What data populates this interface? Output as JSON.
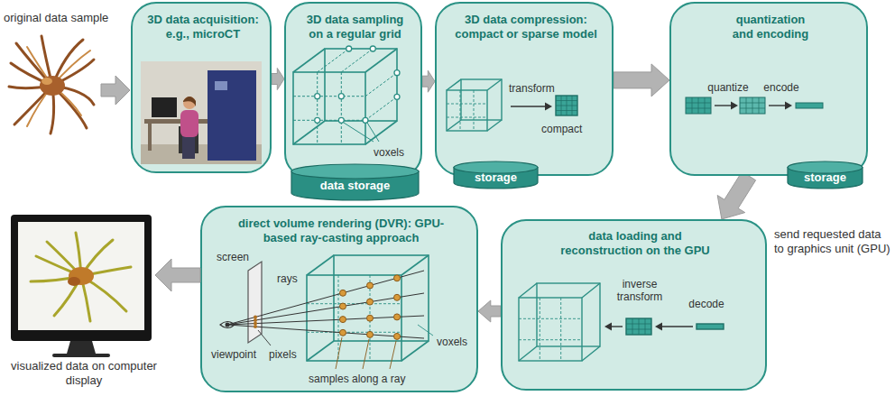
{
  "diagram": {
    "nodes": [
      {
        "text": [
          "3D data acquisition: e.g., microCT"
        ]
      },
      {
        "text": [
          "3D data sampling on a regular grid",
          "voxels"
        ]
      },
      {
        "text": [
          "data storage"
        ],
        "in": 1
      },
      {
        "text": [
          "3D data compression: compact or sparse model",
          "transform",
          "compact"
        ]
      },
      {
        "text": [
          "storage"
        ],
        "in": 3
      },
      {
        "text": [
          "quantization and encoding",
          "quantize",
          "encode"
        ]
      },
      {
        "text": [
          "storage"
        ],
        "in": 5
      },
      {
        "text": [
          "data loading and reconstruction on the GPU",
          "inverse transform",
          "decode"
        ]
      },
      {
        "text": [
          "direct volume rendering (DVR): GPU-based ray-casting approach",
          "screen",
          "rays",
          "voxels",
          "pixels",
          "viewpoint",
          "samples along a ray"
        ]
      }
    ],
    "edges": [
      {
        "from": 0,
        "to": 1,
        "arrow": "to"
      },
      {
        "from": 1,
        "to": 3,
        "arrow": "to"
      },
      {
        "from": 3,
        "to": 5,
        "arrow": "to"
      },
      {
        "from": 5,
        "to": 7,
        "arrow": "to",
        "label": "send requested data to graphics unit (GPU)"
      },
      {
        "from": 7,
        "to": 8,
        "arrow": "to"
      }
    ],
    "labels": [
      "original data sample",
      "visualized data on computer display"
    ]
  }
}
